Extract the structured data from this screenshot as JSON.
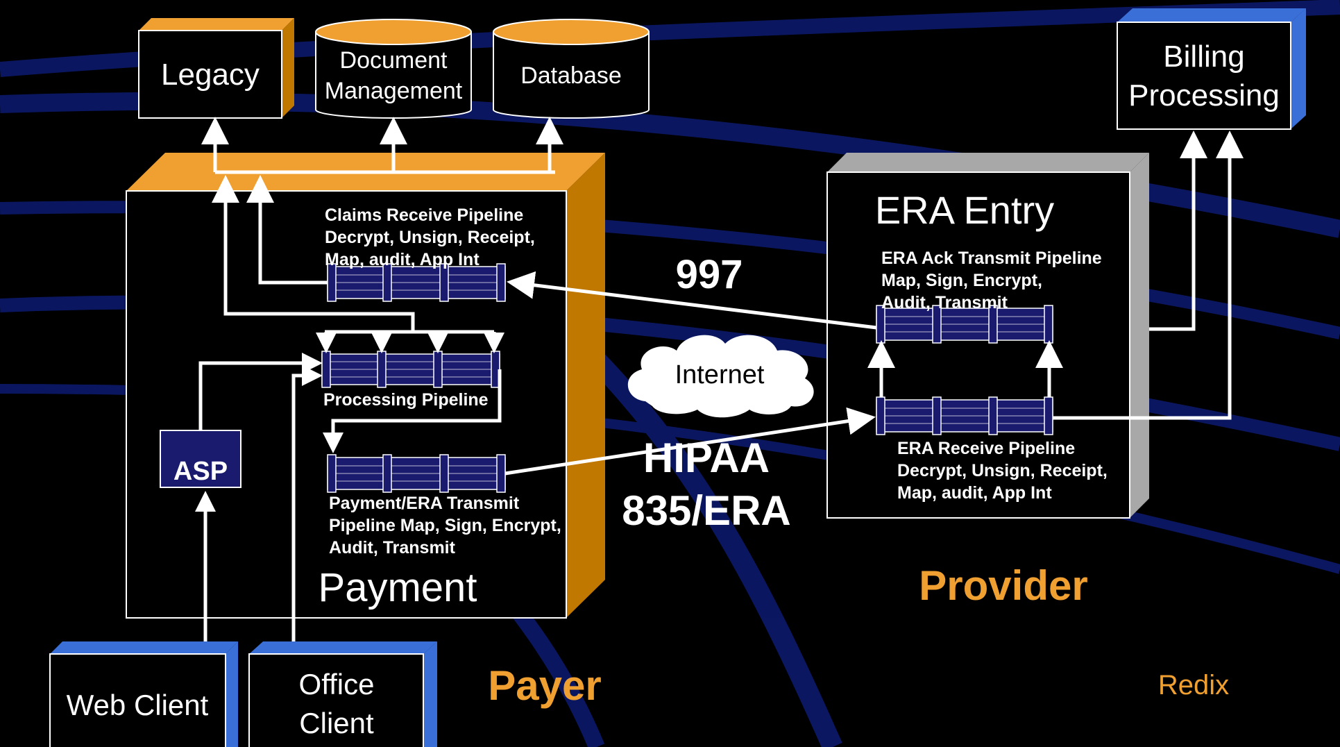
{
  "colors": {
    "background": "#000000",
    "orange": "#f0a030",
    "orange_side": "#c07800",
    "blue_side": "#3a6fd8",
    "gray_side": "#a8a8a8",
    "pipeline": "#1a1a6e",
    "swoosh": "#0c1a6b"
  },
  "boxes": {
    "legacy": "Legacy",
    "document_management": [
      "Document",
      "Management"
    ],
    "database": "Database",
    "billing_processing": [
      "Billing",
      "Processing"
    ],
    "asp": "ASP",
    "web_client": "Web Client",
    "office_client": [
      "Office",
      "Client"
    ]
  },
  "payer_server": {
    "title": "Payment",
    "claims_pipeline": [
      "Claims Receive Pipeline",
      "Decrypt, Unsign, Receipt,",
      "Map, audit, App Int"
    ],
    "processing_pipeline": "Processing Pipeline",
    "payment_pipeline": [
      "Payment/ERA Transmit",
      "Pipeline Map, Sign, Encrypt,",
      "Audit, Transmit"
    ]
  },
  "provider_server": {
    "title": "ERA Entry",
    "ack_pipeline": [
      "ERA Ack Transmit Pipeline",
      "Map, Sign, Encrypt,",
      "Audit, Transmit"
    ],
    "receive_pipeline": [
      "ERA Receive Pipeline",
      "Decrypt, Unsign, Receipt,",
      "Map, audit, App Int"
    ]
  },
  "labels": {
    "ack_code": "997",
    "internet": "Internet",
    "hipaa": [
      "HIPAA",
      "835/ERA"
    ],
    "payer": "Payer",
    "provider": "Provider",
    "redix": "Redix"
  }
}
